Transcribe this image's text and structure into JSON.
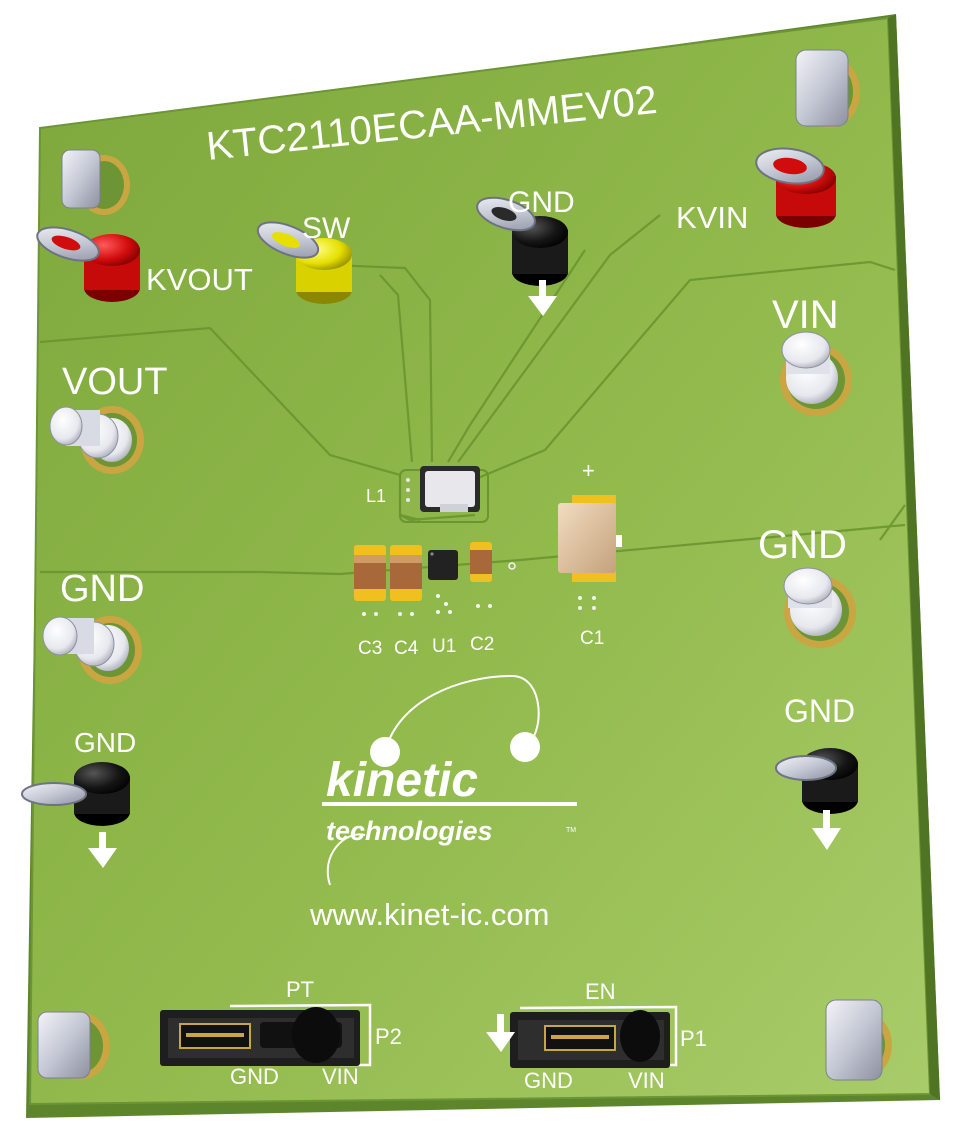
{
  "board": {
    "title": "KTC2110ECAA-MMEV02",
    "colors": {
      "pcb": "#8fb64a",
      "pcb_edge": "#5f8a2c",
      "silkscreen": "#ffffff",
      "red_post": "#d60e0e",
      "yellow_post": "#e8e200",
      "black_post": "#111111",
      "metal": "#c8ccd8",
      "ring": "#c9a642"
    }
  },
  "terminals": {
    "kvout": "KVOUT",
    "sw": "SW",
    "gnd_top": "GND",
    "kvin": "KVIN",
    "vout": "VOUT",
    "vin": "VIN",
    "gnd_left": "GND",
    "gnd_right": "GND",
    "gnd_left_post": "GND",
    "gnd_right_post": "GND"
  },
  "components": {
    "l1": "L1",
    "c3": "C3",
    "c4": "C4",
    "u1": "U1",
    "c2": "C2",
    "c1": "C1",
    "c1_polarity": "+"
  },
  "logo": {
    "brand": "kinetic",
    "subtitle": "technologies",
    "tm": "TM"
  },
  "website": "www.kinet-ic.com",
  "jumpers": {
    "p2": {
      "name": "P2",
      "top_label": "PT",
      "left_label": "GND",
      "right_label": "VIN"
    },
    "p1": {
      "name": "P1",
      "top_label": "EN",
      "left_label": "GND",
      "right_label": "VIN"
    }
  }
}
